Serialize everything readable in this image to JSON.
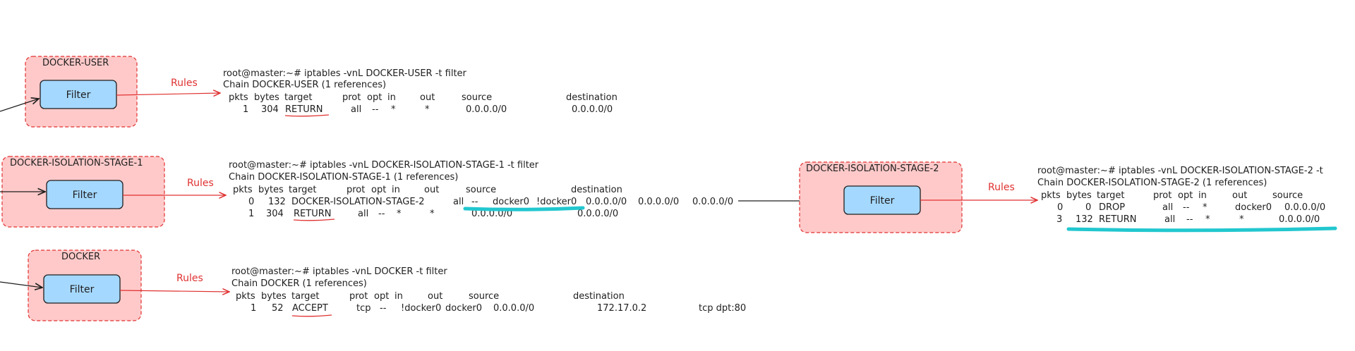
{
  "colors": {
    "chain_fill": "#ffc9c9",
    "chain_border": "#e03131",
    "filter_fill": "#a5d8ff",
    "rules_arrow": "#e03131",
    "highlight": "#22c7cf"
  },
  "chains": [
    {
      "name": "DOCKER-USER",
      "filter_label": "Filter",
      "rules_label": "Rules",
      "terminal": {
        "command": "root@master:~# iptables -vnL DOCKER-USER -t filter",
        "chain_line": "Chain DOCKER-USER (1 references)",
        "header": {
          "pkts": "pkts",
          "bytes": "bytes",
          "target": "target",
          "prot": "prot",
          "opt": "opt",
          "in": "in",
          "out": "out",
          "source": "source",
          "destination": "destination"
        },
        "rows": [
          {
            "pkts": "1",
            "bytes": "304",
            "target": "RETURN",
            "prot": "all",
            "opt": "--",
            "in": "*",
            "out": "*",
            "source": "0.0.0.0/0",
            "destination": "0.0.0.0/0",
            "extra": ""
          }
        ]
      }
    },
    {
      "name": "DOCKER-ISOLATION-STAGE-1",
      "filter_label": "Filter",
      "rules_label": "Rules",
      "terminal": {
        "command": "root@master:~# iptables -vnL DOCKER-ISOLATION-STAGE-1 -t filter",
        "chain_line": "Chain DOCKER-ISOLATION-STAGE-1 (1 references)",
        "header": {
          "pkts": "pkts",
          "bytes": "bytes",
          "target": "target",
          "prot": "prot",
          "opt": "opt",
          "in": "in",
          "out": "out",
          "source": "source",
          "destination": "destination"
        },
        "rows": [
          {
            "pkts": "0",
            "bytes": "132",
            "target": "DOCKER-ISOLATION-STAGE-2",
            "prot": "all",
            "opt": "--",
            "in": "docker0",
            "out": "!docker0",
            "source": "0.0.0.0/0",
            "destination": "0.0.0.0/0",
            "extra": ""
          },
          {
            "pkts": "1",
            "bytes": "304",
            "target": "RETURN",
            "prot": "all",
            "opt": "--",
            "in": "*",
            "out": "*",
            "source": "0.0.0.0/0",
            "destination": "0.0.0.0/0",
            "extra": ""
          }
        ]
      }
    },
    {
      "name": "DOCKER",
      "filter_label": "Filter",
      "rules_label": "Rules",
      "terminal": {
        "command": "root@master:~# iptables -vnL DOCKER -t filter",
        "chain_line": "Chain DOCKER (1 references)",
        "header": {
          "pkts": "pkts",
          "bytes": "bytes",
          "target": "target",
          "prot": "prot",
          "opt": "opt",
          "in": "in",
          "out": "out",
          "source": "source",
          "destination": "destination"
        },
        "rows": [
          {
            "pkts": "1",
            "bytes": "52",
            "target": "ACCEPT",
            "prot": "tcp",
            "opt": "--",
            "in": "!docker0",
            "out": "docker0",
            "source": "0.0.0.0/0",
            "destination": "172.17.0.2",
            "extra": "tcp dpt:80"
          }
        ]
      }
    },
    {
      "name": "DOCKER-ISOLATION-STAGE-2",
      "filter_label": "Filter",
      "rules_label": "Rules",
      "incoming_label": "0.0.0.0/0",
      "terminal": {
        "command": "root@master:~# iptables -vnL DOCKER-ISOLATION-STAGE-2 -t",
        "chain_line": "Chain DOCKER-ISOLATION-STAGE-2 (1 references)",
        "header": {
          "pkts": "pkts",
          "bytes": "bytes",
          "target": "target",
          "prot": "prot",
          "opt": "opt",
          "in": "in",
          "out": "out",
          "source": "source"
        },
        "rows": [
          {
            "pkts": "0",
            "bytes": "0",
            "target": "DROP",
            "prot": "all",
            "opt": "--",
            "in": "*",
            "out": "docker0",
            "source": "0.0.0.0/0"
          },
          {
            "pkts": "3",
            "bytes": "132",
            "target": "RETURN",
            "prot": "all",
            "opt": "--",
            "in": "*",
            "out": "*",
            "source": "0.0.0.0/0"
          }
        ]
      }
    }
  ]
}
